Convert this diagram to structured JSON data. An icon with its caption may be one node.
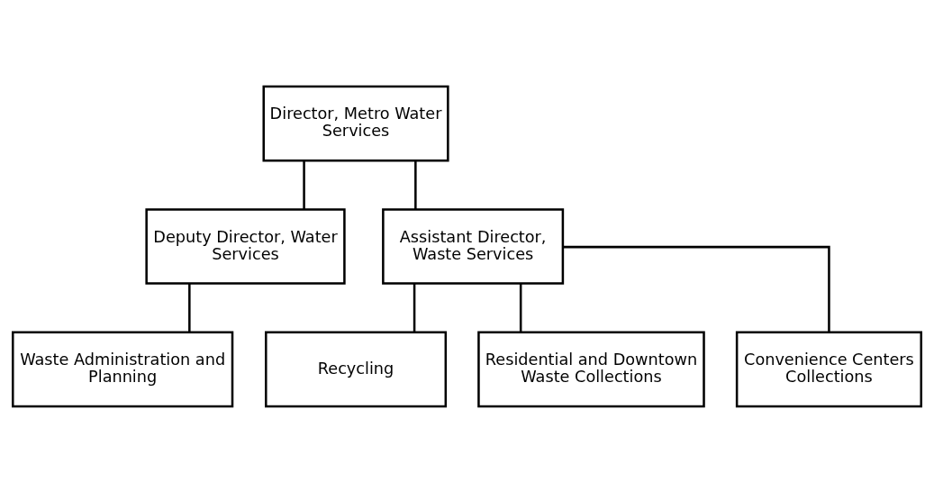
{
  "diagram": {
    "nodes": [
      {
        "text": [
          "Director, Metro Water Services"
        ]
      },
      {
        "text": [
          "Deputy Director, Water Services"
        ]
      },
      {
        "text": [
          "Assistant Director, Waste Services"
        ]
      },
      {
        "text": [
          "Waste Administration and Planning"
        ]
      },
      {
        "text": [
          "Recycling"
        ]
      },
      {
        "text": [
          "Residential and Downtown Waste Collections"
        ]
      },
      {
        "text": [
          "Convenience Centers Collections"
        ]
      }
    ],
    "edges": [
      {
        "from": 0,
        "to": 1,
        "arrow": "none"
      },
      {
        "from": 0,
        "to": 2,
        "arrow": "none"
      },
      {
        "from": 1,
        "to": 3,
        "arrow": "none"
      },
      {
        "from": 2,
        "to": 4,
        "arrow": "none"
      },
      {
        "from": 2,
        "to": 5,
        "arrow": "none"
      },
      {
        "from": 2,
        "to": 6,
        "arrow": "none"
      }
    ]
  }
}
